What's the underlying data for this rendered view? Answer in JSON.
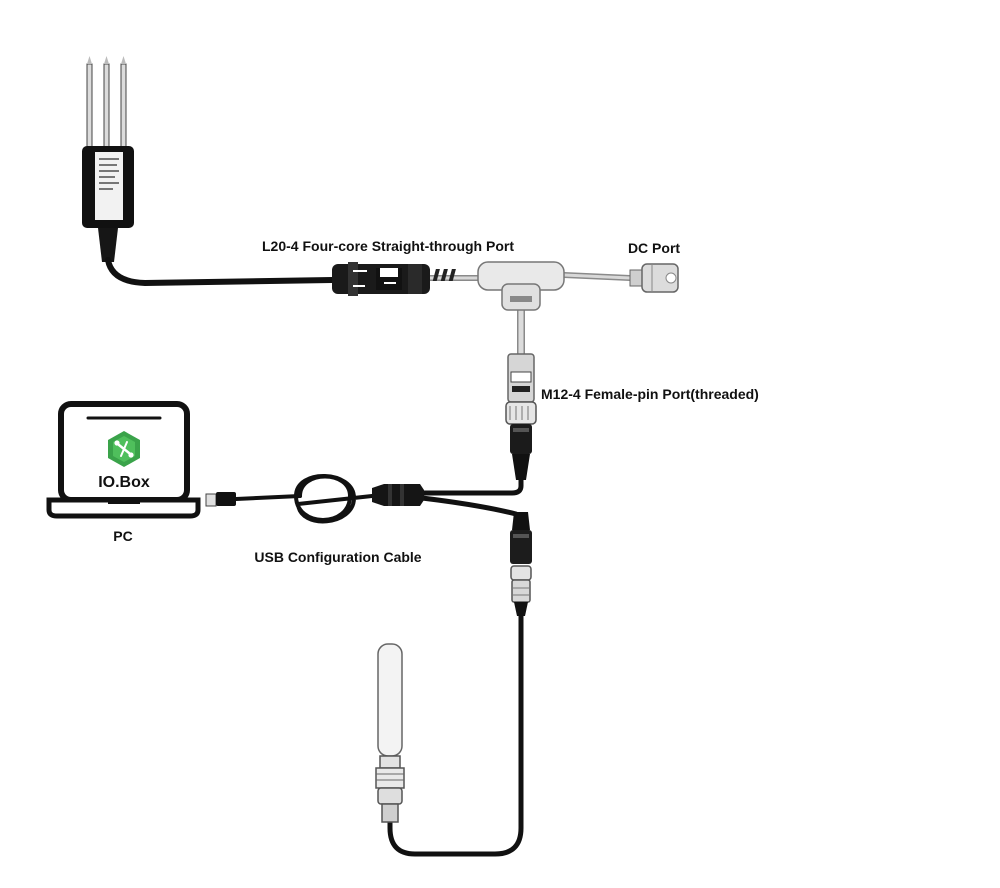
{
  "labels": {
    "l20_port": "L20-4 Four-core Straight-through Port",
    "dc_port": "DC Port",
    "m12_port": "M12-4 Female-pin Port(threaded)",
    "pc": "PC",
    "usb_cable": "USB Configuration Cable"
  },
  "laptop": {
    "app_name": "IO.Box",
    "logo_icon": "io-box-logo-icon"
  },
  "colors": {
    "cable": "#111111",
    "app_green": "#3aa34a",
    "connector_gray": "#c8c8c8"
  }
}
